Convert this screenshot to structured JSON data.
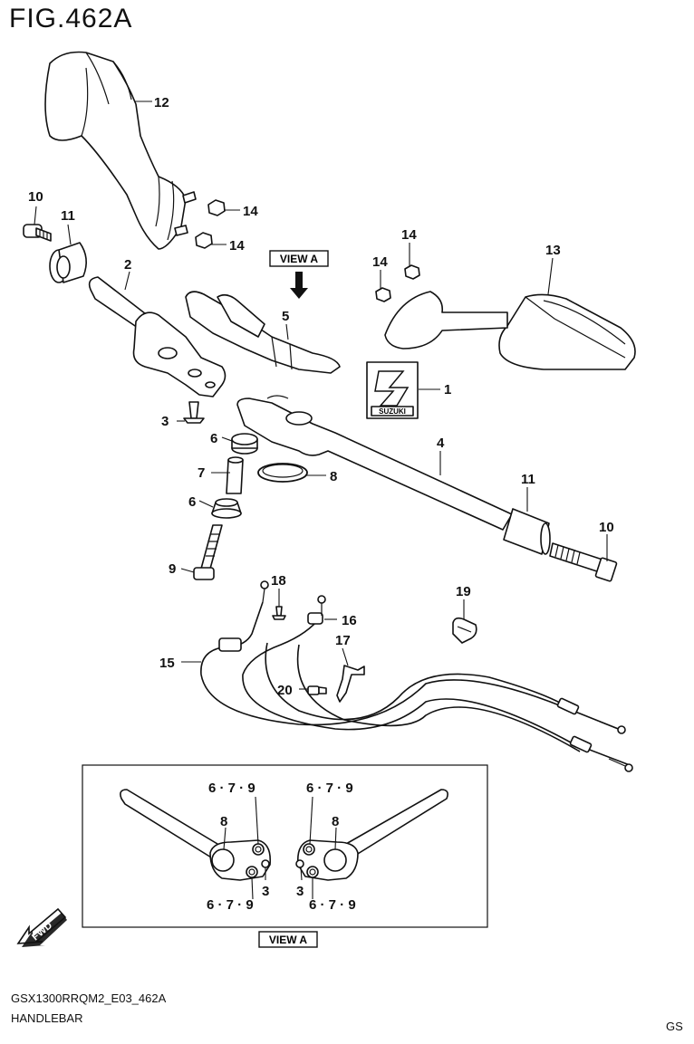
{
  "figure": {
    "title": "FIG.462A",
    "code": "GSX1300RRQM2_E03_462A",
    "name": "HANDLEBAR",
    "region": "GS"
  },
  "view_a_label": "VIEW A",
  "fwd_label": "FWD",
  "brand_mark": "SUZUKI",
  "callouts": {
    "p1": "1",
    "p2": "2",
    "p3": "3",
    "p4": "4",
    "p5": "5",
    "p6a": "6",
    "p6b": "6",
    "p7": "7",
    "p8": "8",
    "p9": "9",
    "p10a": "10",
    "p10b": "10",
    "p11a": "11",
    "p11b": "11",
    "p12": "12",
    "p13": "13",
    "p14a": "14",
    "p14b": "14",
    "p14c": "14",
    "p14d": "14",
    "p15": "15",
    "p16": "16",
    "p17": "17",
    "p18": "18",
    "p19": "19",
    "p20": "20"
  },
  "detail_labels": {
    "l_top": "6 · 7 · 9",
    "l_8": "8",
    "l_3": "3",
    "l_bottom": "6 · 7 · 9",
    "r_top": "6 · 7 · 9",
    "r_8": "8",
    "r_3": "3",
    "r_bottom": "6 · 7 · 9"
  }
}
